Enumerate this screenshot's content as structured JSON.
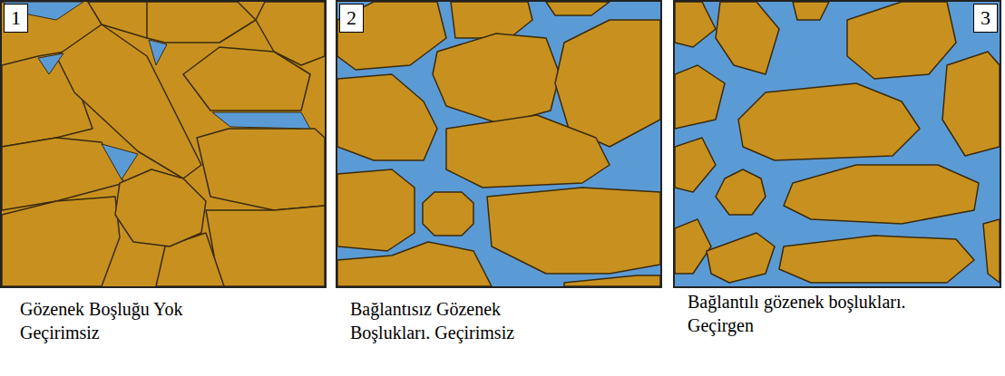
{
  "diagram": {
    "nodes": [
      {
        "text": [
          "Gözenek Boşluğu Yok Geçirimsiz"
        ]
      },
      {
        "text": [
          "1"
        ],
        "in": 0
      },
      {
        "text": [
          "Bağlantısız Gözenek Boşlukları. Geçirimsiz"
        ]
      },
      {
        "text": [
          "2"
        ],
        "in": 2
      },
      {
        "text": [
          "Bağlantılı gözenek boşlukları. Geçirgen"
        ]
      },
      {
        "text": [
          "3"
        ],
        "in": 4
      }
    ]
  }
}
